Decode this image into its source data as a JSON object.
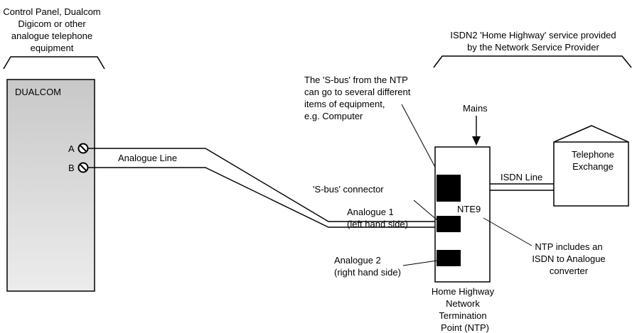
{
  "left_equipment_caption": [
    "Control Panel, Dualcom",
    "Digicom or other",
    "analogue telephone",
    "equipment"
  ],
  "service_caption": [
    "ISDN2 'Home Highway' service provided",
    "by the Network Service Provider"
  ],
  "dualcom_label": "DUALCOM",
  "terminal_a": "A",
  "terminal_b": "B",
  "analogue_line_label": "Analogue Line",
  "sbus_note": [
    "The 'S-bus' from the NTP",
    "can go to several different",
    "items of equipment,",
    "e.g. Computer"
  ],
  "mains_label": "Mains",
  "sbus_connector_label": "'S-bus' connector",
  "analogue1_label": [
    "Analogue 1",
    "(left hand side)"
  ],
  "analogue2_label": [
    "Analogue 2",
    "(right hand side)"
  ],
  "nte_label": "NTE9",
  "isdn_line_label": "ISDN Line",
  "exchange_label": [
    "Telephone",
    "Exchange"
  ],
  "converter_note": [
    "NTP includes an",
    "ISDN to Analogue",
    "converter"
  ],
  "ntp_caption": [
    "Home Highway",
    "Network",
    "Termination",
    "Point (NTP)"
  ]
}
